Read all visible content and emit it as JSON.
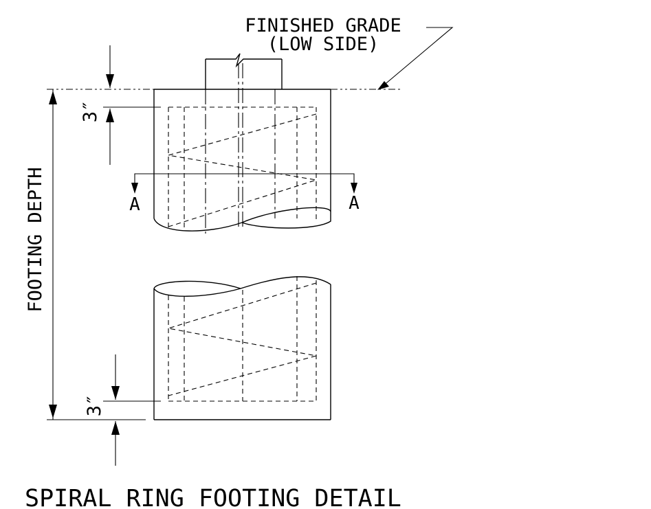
{
  "title": "SPIRAL RING FOOTING DETAIL",
  "labels": {
    "grade_line1": "FINISHED GRADE",
    "grade_line2": "(LOW SIDE)",
    "depth": "FOOTING DEPTH",
    "top_cover": "3″",
    "bottom_cover": "3″",
    "section_left": "A",
    "section_right": "A"
  }
}
